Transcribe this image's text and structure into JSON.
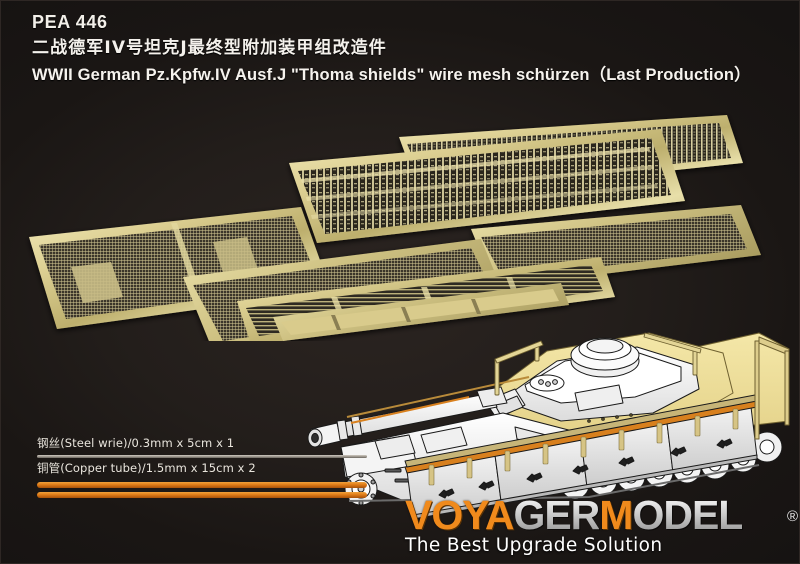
{
  "product": {
    "code": "PEA 446",
    "title_cn": "二战德军IV号坦克J最终型附加装甲组改造件",
    "title_en": "WWII German Pz.Kpfw.IV Ausf.J \"Thoma shields\" wire mesh schürzen（Last Production）"
  },
  "materials": [
    {
      "label": "钢丝(Steel wrie)/0.3mm x 5cm x 1",
      "kind": "steel-wire",
      "color": "#b9b3aa"
    },
    {
      "label": "铜管(Copper tube)/1.5mm x 15cm x 2",
      "kind": "copper-tube",
      "color": "#e07c18"
    }
  ],
  "brand": {
    "part1": "VOYA",
    "part2": "GER",
    "part3": "M",
    "part4": "ODEL",
    "registered": "®",
    "tagline": "The Best Upgrade Solution",
    "accent_color": "#f08a1c",
    "silver_color": "#d9d9d9"
  },
  "artwork": {
    "fret_sheets_label": "photo-etched-brass-frets",
    "tank_label": "panzer-iv-ausf-j-line-art",
    "background_color": "#231e1b",
    "brass_color": "#c9bd86"
  }
}
